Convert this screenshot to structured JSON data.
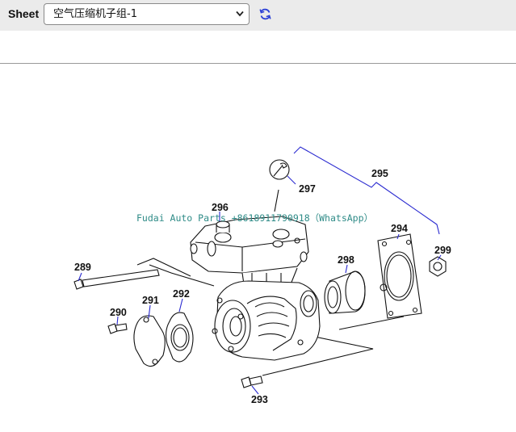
{
  "toolbar": {
    "sheet_label": "Sheet",
    "selected_sheet": "空气压缩机子组-1",
    "refresh_icon": "refresh-icon"
  },
  "diagram": {
    "watermark": "Fudai Auto Parts +8618911790918（WhatsApp）",
    "callouts": {
      "c289": "289",
      "c290": "290",
      "c291": "291",
      "c292": "292",
      "c293": "293",
      "c294": "294",
      "c295": "295",
      "c296": "296",
      "c297": "297",
      "c298": "298",
      "c299": "299"
    },
    "leader_color": "#2a2ad0"
  }
}
